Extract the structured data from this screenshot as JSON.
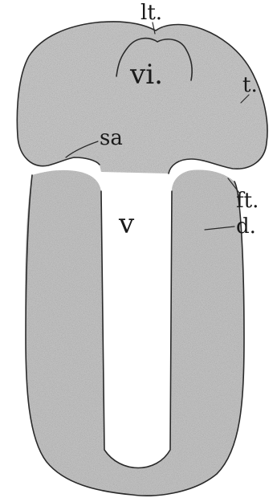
{
  "diagram": {
    "labels": {
      "lt": "lt.",
      "vi": "vi.",
      "t": "t.",
      "sa": "sa",
      "ft": "ft.",
      "v": "v",
      "d": "d."
    },
    "colors": {
      "background": "#ffffff",
      "tissue_fill": "#bdbdbd",
      "tissue_fill_light": "#d2d2d2",
      "outline": "#2a2a2a",
      "label_text": "#1a1a1a"
    }
  }
}
